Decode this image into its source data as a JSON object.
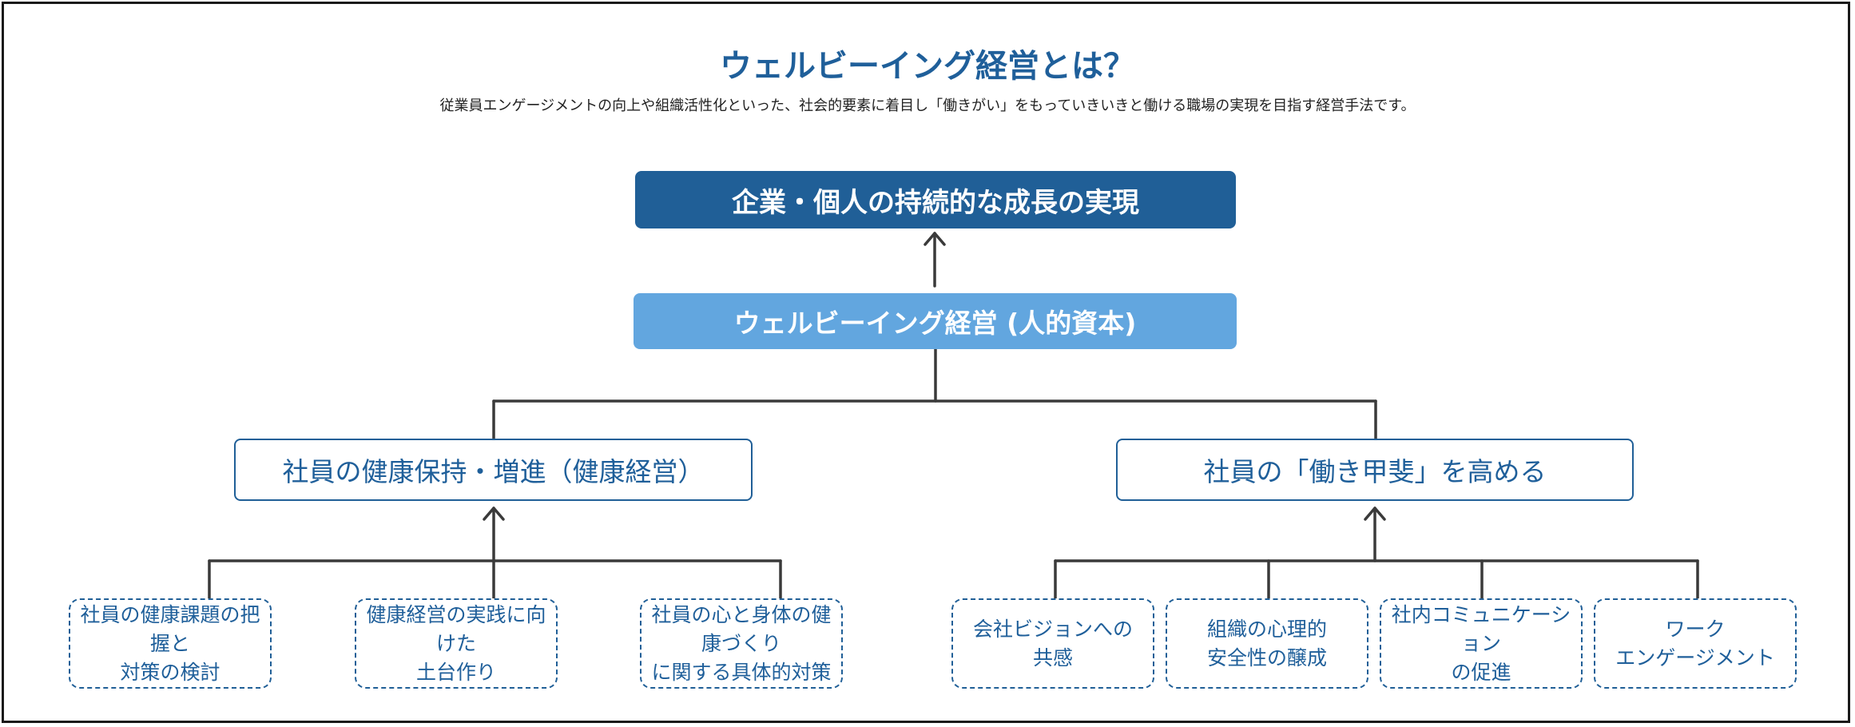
{
  "header": {
    "title": "ウェルビーイング経営とは？",
    "description": "従業員エンゲージメントの向上や組織活性化といった、社会的要素に着目し「働きがい」をもっていきいきと働ける職場の実現を目指す経営手法です。"
  },
  "diagram": {
    "goal": "企業・個人の持続的な成長の実現",
    "core": "ウェルビーイング経営 (人的資本)",
    "pillars": [
      {
        "label": "社員の健康保持・増進（健康経営）",
        "measures": [
          {
            "line1": "社員の健康課題の把握と",
            "line2": "対策の検討"
          },
          {
            "line1": "健康経営の実践に向けた",
            "line2": "土台作り"
          },
          {
            "line1": "社員の心と身体の健康づくり",
            "line2": "に関する具体的対策"
          }
        ]
      },
      {
        "label": "社員の「働き甲斐」を高める",
        "measures": [
          {
            "line1": "会社ビジョンへの",
            "line2": "共感"
          },
          {
            "line1": "組織の心理的",
            "line2": "安全性の醸成"
          },
          {
            "line1": "社内コミュニケーション",
            "line2": "の促進"
          },
          {
            "line1": "ワーク",
            "line2": "エンゲージメント"
          }
        ]
      }
    ]
  }
}
